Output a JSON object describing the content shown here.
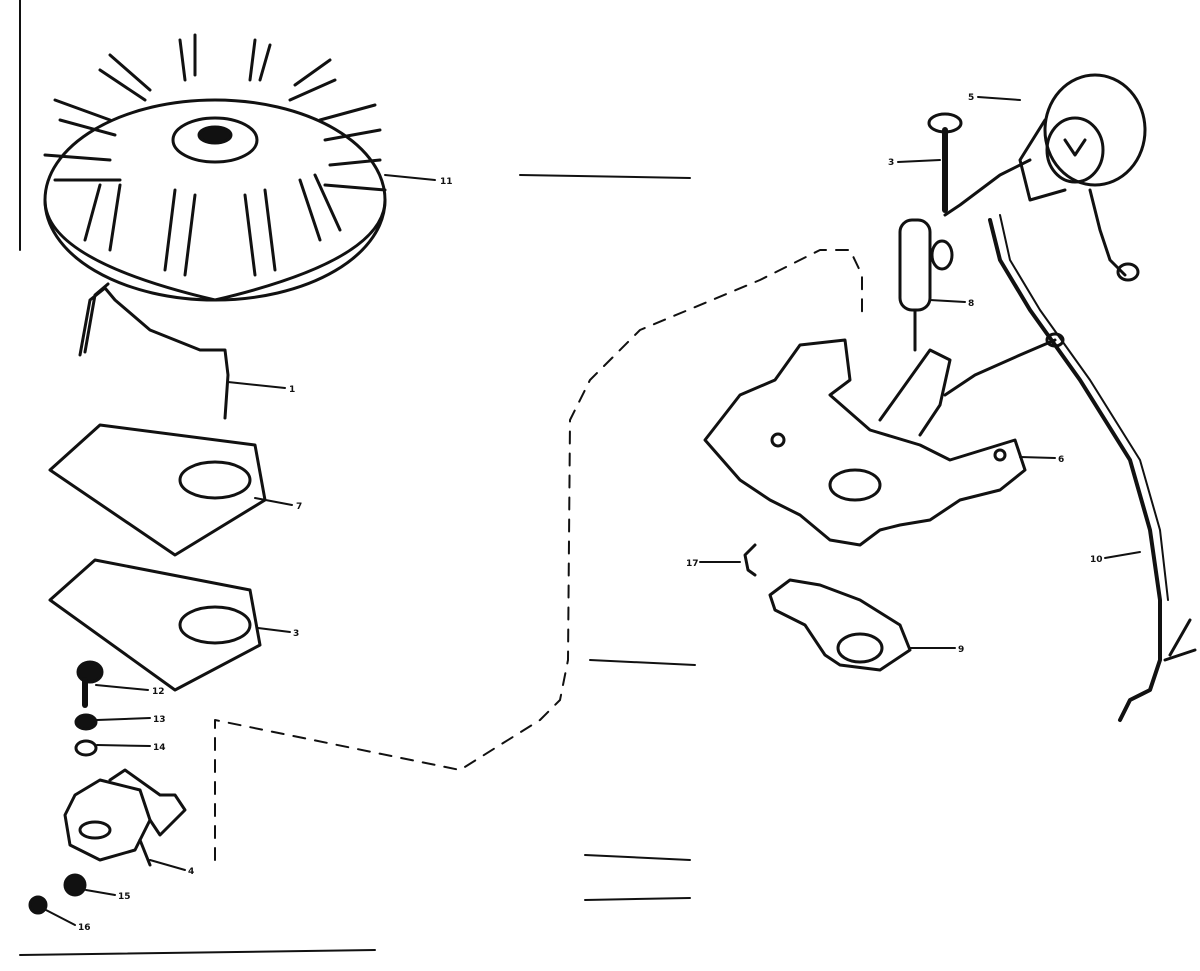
{
  "diagram": {
    "type": "exploded-parts-diagram",
    "colors": {
      "ink": "#111111",
      "paper": "#ffffff"
    },
    "callouts": [
      {
        "id": "flywheel",
        "label": "11"
      },
      {
        "id": "spring-clip",
        "label": "1"
      },
      {
        "id": "gasket-upper",
        "label": "7"
      },
      {
        "id": "gasket-lower",
        "label": "3"
      },
      {
        "id": "bolt",
        "label": "12"
      },
      {
        "id": "washer-upper",
        "label": "13"
      },
      {
        "id": "washer-lower",
        "label": "14"
      },
      {
        "id": "breaker-assembly",
        "label": "4"
      },
      {
        "id": "nut",
        "label": "15"
      },
      {
        "id": "small-nut",
        "label": "16"
      },
      {
        "id": "coil",
        "label": "5"
      },
      {
        "id": "screw",
        "label": "3"
      },
      {
        "id": "condenser",
        "label": "8"
      },
      {
        "id": "mounting-plate",
        "label": "6"
      },
      {
        "id": "clip",
        "label": "17"
      },
      {
        "id": "cover-plate",
        "label": "9"
      },
      {
        "id": "lead-wire",
        "label": "10"
      }
    ]
  }
}
